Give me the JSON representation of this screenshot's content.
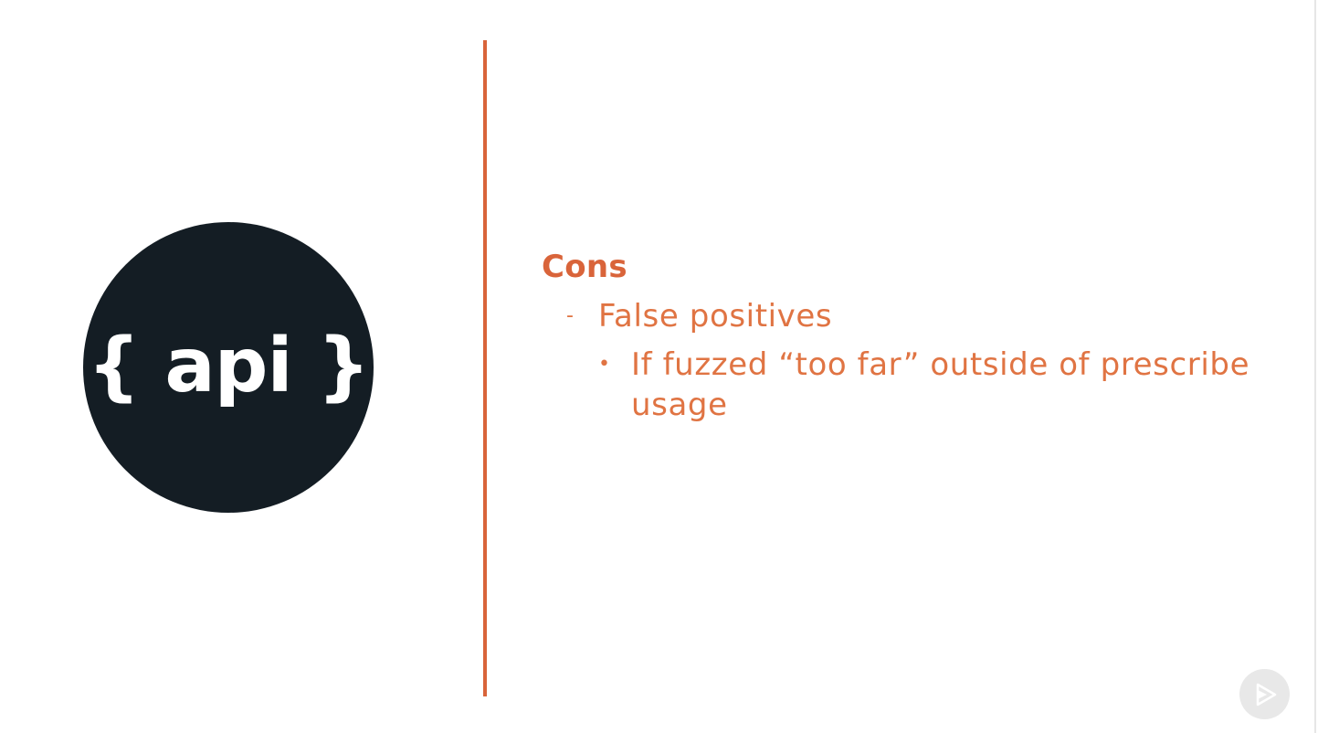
{
  "logo": {
    "text": "{ api }",
    "bg_color": "#141d24"
  },
  "colors": {
    "accent": "#d9643a",
    "text": "#e07443"
  },
  "section": {
    "heading": "Cons",
    "items": [
      {
        "marker": "-",
        "text": "False positives",
        "subitems": [
          {
            "marker": "•",
            "text": "If fuzzed “too far” outside of prescribe usage"
          }
        ]
      }
    ]
  },
  "controls": {
    "play_icon": "play-triangle-icon"
  }
}
